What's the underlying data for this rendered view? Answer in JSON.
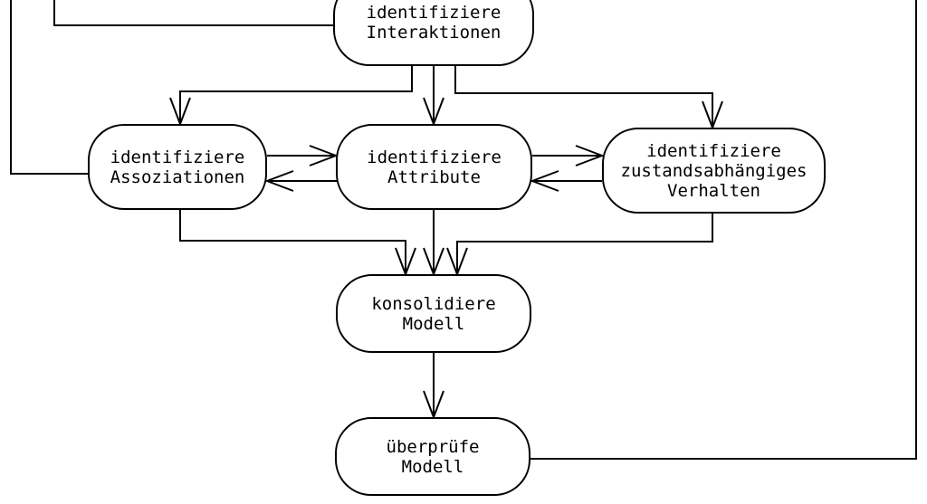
{
  "diagram": {
    "background_color": "#ffffff",
    "line_color": "#000000",
    "nodes": {
      "interaktionen": {
        "lines": [
          "identifiziere",
          "Interaktionen"
        ]
      },
      "assoziationen": {
        "lines": [
          "identifiziere",
          "Assoziationen"
        ]
      },
      "attribute": {
        "lines": [
          "identifiziere",
          "Attribute"
        ]
      },
      "verhalten": {
        "lines": [
          "identifiziere",
          "zustandsabhängiges",
          "Verhalten"
        ]
      },
      "konsolidiere": {
        "lines": [
          "konsolidiere",
          "Modell"
        ]
      },
      "ueberpruefe": {
        "lines": [
          "überprüfe",
          "Modell"
        ]
      }
    }
  }
}
